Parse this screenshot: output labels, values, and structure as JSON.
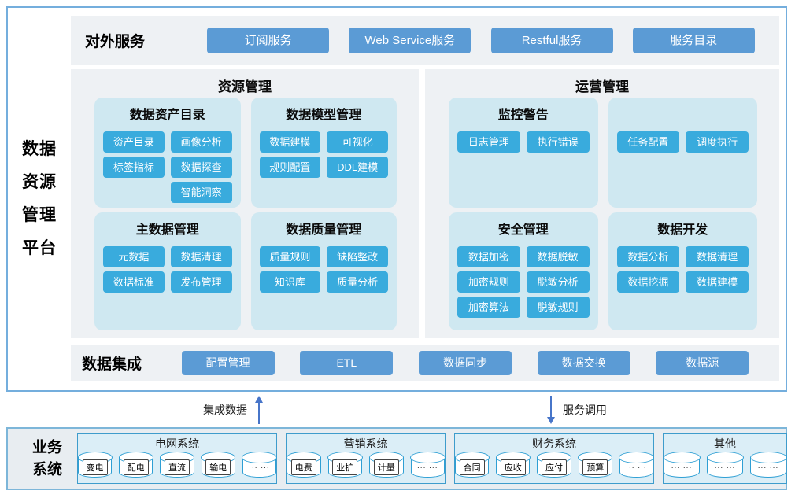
{
  "colors": {
    "frame_border": "#74aedd",
    "row_background": "#eef1f4",
    "card_background": "#cfe8f1",
    "primary_button": "#5b9bd5",
    "cyan_button": "#39abdd",
    "arrow": "#4775c9",
    "business_panel_background": "#e8edf1",
    "business_panel_border": "#7db6d9",
    "group_background": "#dbeef7",
    "group_border": "#3e9ccc",
    "cylinder_stroke": "#2e9fd4"
  },
  "platform_title": {
    "lines": [
      "数据",
      "资源",
      "管理",
      "平台"
    ]
  },
  "external": {
    "title": "对外服务",
    "buttons": [
      "订阅服务",
      "Web Service服务",
      "Restful服务",
      "服务目录"
    ]
  },
  "resource": {
    "title": "资源管理",
    "cards": [
      {
        "title": "数据资产目录",
        "buttons": [
          "资产目录",
          "画像分析",
          "标签指标",
          "数据探查",
          "智能洞察"
        ]
      },
      {
        "title": "数据模型管理",
        "buttons": [
          "数据建模",
          "可视化",
          "规则配置",
          "DDL建模"
        ]
      },
      {
        "title": "主数据管理",
        "buttons": [
          "元数据",
          "数据清理",
          "数据标准",
          "发布管理"
        ]
      },
      {
        "title": "数据质量管理",
        "buttons": [
          "质量规则",
          "缺陷整改",
          "知识库",
          "质量分析"
        ]
      }
    ]
  },
  "operations": {
    "title": "运营管理",
    "cards": [
      {
        "title": "监控警告",
        "buttons": [
          "日志管理",
          "执行错误"
        ]
      },
      {
        "title": "",
        "buttons": [
          "任务配置",
          "调度执行"
        ]
      },
      {
        "title": "安全管理",
        "buttons": [
          "数据加密",
          "数据脱敏",
          "加密规则",
          "脱敏分析",
          "加密算法",
          "脱敏规则"
        ]
      },
      {
        "title": "数据开发",
        "buttons": [
          "数据分析",
          "数据清理",
          "数据挖掘",
          "数据建模"
        ]
      }
    ]
  },
  "integration": {
    "title": "数据集成",
    "buttons": [
      "配置管理",
      "ETL",
      "数据同步",
      "数据交换",
      "数据源"
    ]
  },
  "flows": {
    "integrate_label": "集成数据",
    "service_label": "服务调用"
  },
  "business": {
    "title_lines": [
      "业务",
      "系统"
    ],
    "groups": [
      {
        "title": "电网系统",
        "items": [
          {
            "label": "变电"
          },
          {
            "label": "配电"
          },
          {
            "label": "直流"
          },
          {
            "label": "输电"
          },
          {
            "label": "... ..."
          }
        ]
      },
      {
        "title": "营销系统",
        "items": [
          {
            "label": "电费"
          },
          {
            "label": "业扩"
          },
          {
            "label": "计量"
          },
          {
            "label": "... ..."
          }
        ]
      },
      {
        "title": "财务系统",
        "items": [
          {
            "label": "合同"
          },
          {
            "label": "应收"
          },
          {
            "label": "应付"
          },
          {
            "label": "预算"
          },
          {
            "label": "... ..."
          }
        ]
      },
      {
        "title": "其他",
        "items": [
          {
            "label": "... ..."
          },
          {
            "label": "... ..."
          },
          {
            "label": "... ..."
          }
        ]
      }
    ]
  }
}
